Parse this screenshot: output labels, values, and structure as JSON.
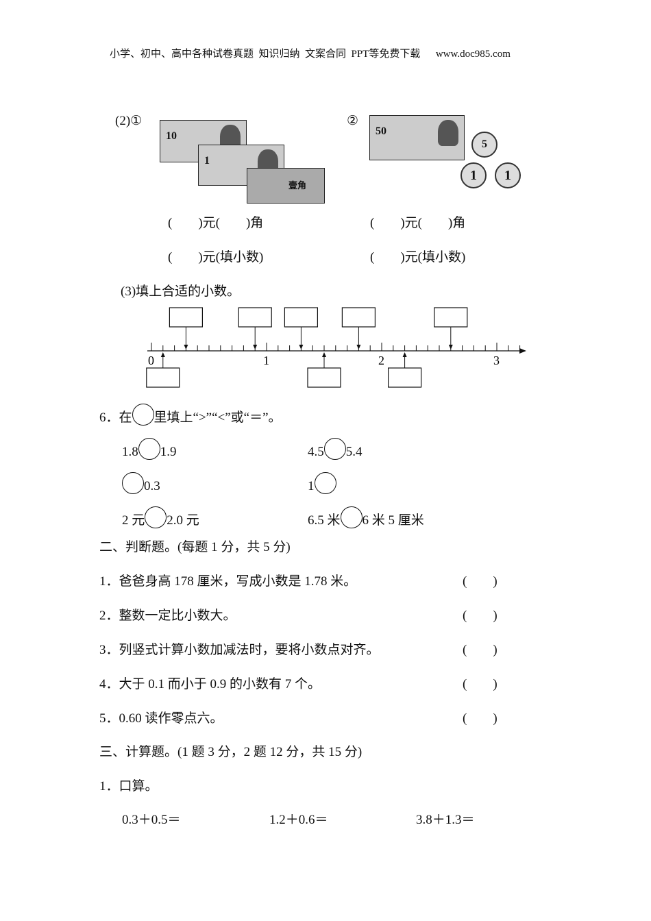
{
  "header": "小学、初中、高中各种试卷真题  知识归纳  文案合同  PPT等免费下载      www.doc985.com",
  "q5": {
    "part2_label1": "(2)①",
    "part2_label2": "②",
    "notes1": [
      "10",
      "1",
      "壹角"
    ],
    "notes2": [
      "50"
    ],
    "coins2": [
      "5",
      "1",
      "1"
    ],
    "blank_yuan_jiao": "(        )元(        )角",
    "blank_decimal": "(        )元(填小数)",
    "part3_label": "(3)填上合适的小数。",
    "axis_labels": [
      "0",
      "1",
      "2",
      "3"
    ],
    "top_arrows": [
      0.3,
      0.9,
      1.3,
      1.8,
      2.6
    ],
    "bottom_arrows": [
      0.1,
      1.5,
      2.2
    ]
  },
  "q6": {
    "prompt_pre": "6．在",
    "prompt_post": "里填上“>”“<”或“＝”。",
    "items": [
      {
        "left": "1.8",
        "right": "1.9"
      },
      {
        "left": "4.5",
        "right": "5.4"
      },
      {
        "left": "",
        "right": "0.3"
      },
      {
        "left": "1",
        "right": ""
      },
      {
        "left": "2 元",
        "right": "2.0 元"
      },
      {
        "left": "6.5 米",
        "right": "6 米 5 厘米"
      }
    ]
  },
  "section2": {
    "title": "二、判断题。(每题 1 分，共 5 分)",
    "paren": "(        )",
    "items": [
      "1．爸爸身高 178 厘米，写成小数是 1.78 米。",
      "2．整数一定比小数大。",
      "3．列竖式计算小数加减法时，要将小数点对齐。",
      "4．大于 0.1 而小于 0.9 的小数有 7 个。",
      "5．0.60 读作零点六。"
    ]
  },
  "section3": {
    "title": "三、计算题。(1 题 3 分，2 题 12 分，共 15 分)",
    "sub1": "1．口算。",
    "items": [
      "0.3＋0.5＝",
      "1.2＋0.6＝",
      "3.8＋1.3＝"
    ]
  }
}
